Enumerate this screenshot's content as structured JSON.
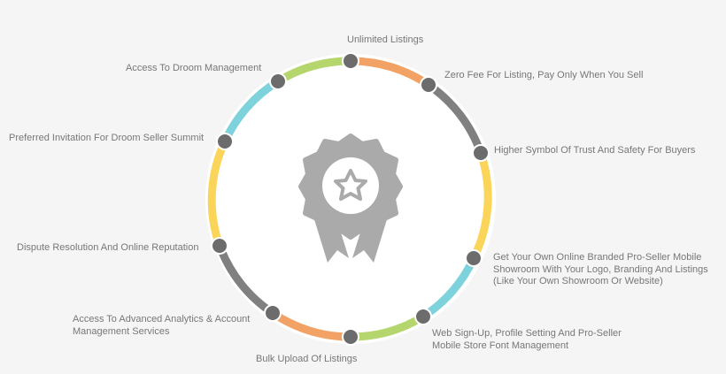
{
  "diagram": {
    "title_icon": "award-badge-icon",
    "colors": {
      "orange": "#f2a264",
      "gray": "#808080",
      "yellow": "#fbd55a",
      "cyan": "#7dd2dc",
      "green": "#b5d66c",
      "node": "#6c6c6c",
      "badge": "#aaaaaa"
    },
    "items": [
      {
        "label": "Unlimited Listings"
      },
      {
        "label": "Zero Fee For Listing, Pay Only When You Sell"
      },
      {
        "label": "Higher Symbol Of Trust And Safety For Buyers"
      },
      {
        "line1": "Get Your Own Online Branded Pro-Seller Mobile",
        "line2": "Showroom With Your Logo, Branding And Listings",
        "line3": "(Like Your Own Showroom Or Website)"
      },
      {
        "line1": "Web Sign-Up, Profile Setting And Pro-Seller",
        "line2": "Mobile Store Font Management"
      },
      {
        "label": "Bulk Upload Of Listings"
      },
      {
        "line1": "Access To Advanced Analytics & Account",
        "line2": "Management Services"
      },
      {
        "label": "Dispute Resolution And Online Reputation"
      },
      {
        "label": "Preferred Invitation For Droom Seller Summit"
      },
      {
        "label": "Access To Droom Management"
      }
    ]
  }
}
